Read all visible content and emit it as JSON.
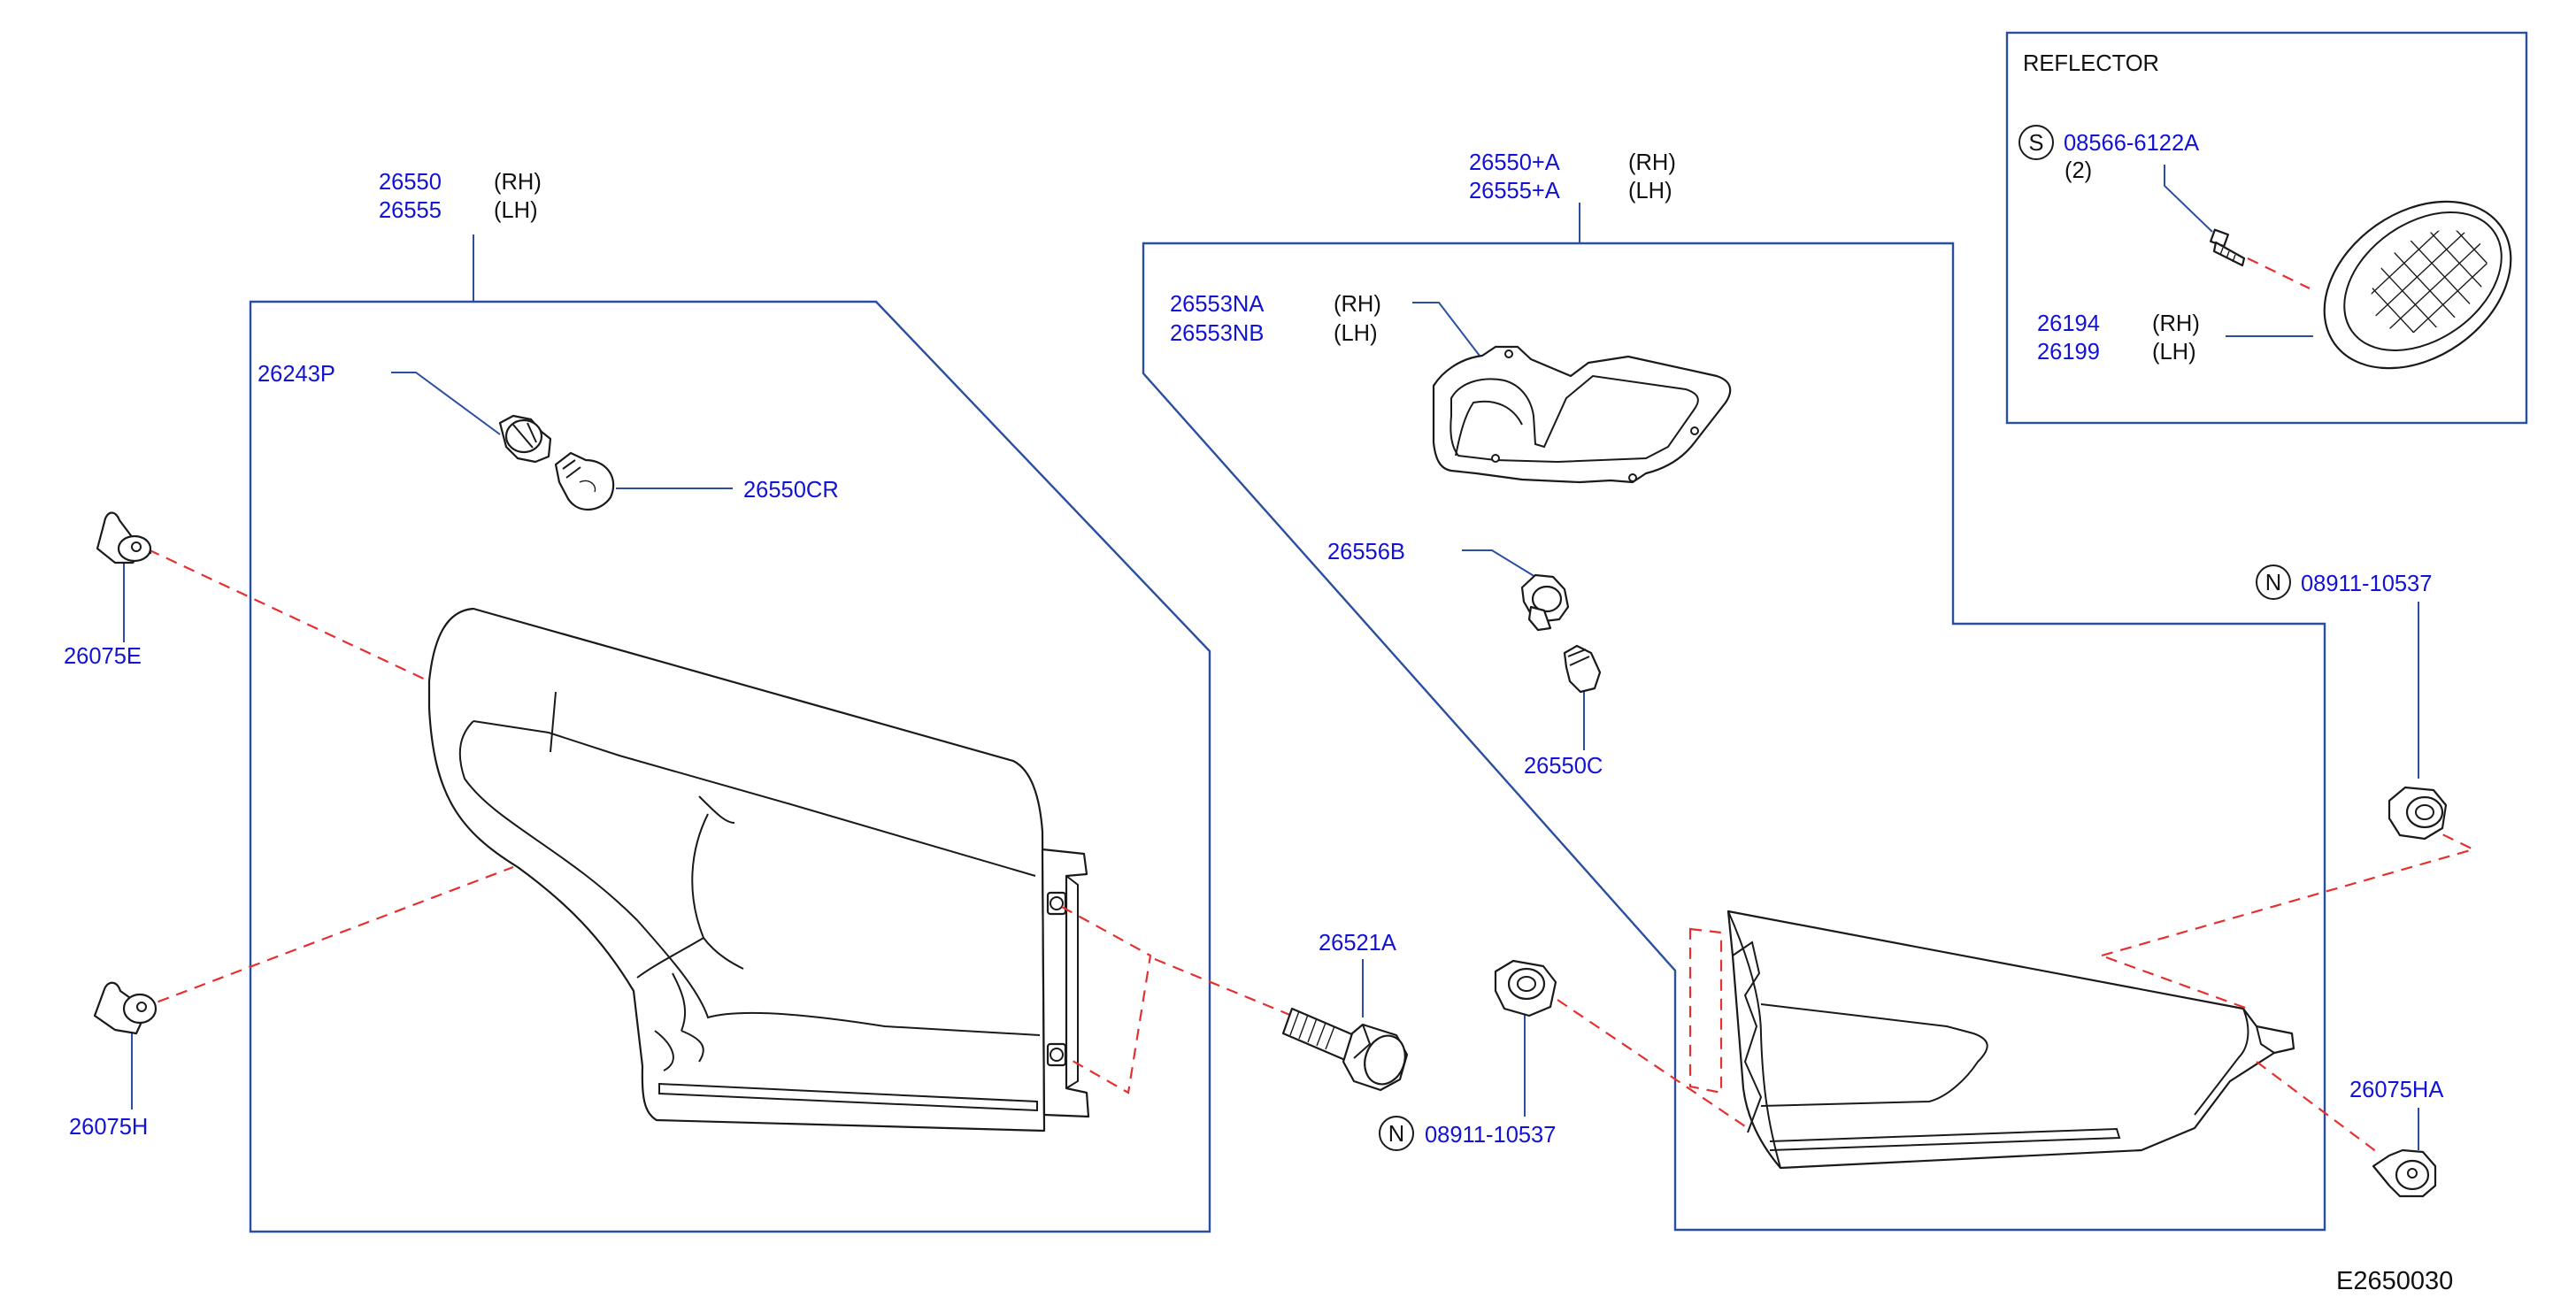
{
  "diagram_id": "E2650030",
  "sections": {
    "left_lamp": {
      "part_number_rh": "26550",
      "part_number_lh": "26555",
      "side_rh": "(RH)",
      "side_lh": "(LH)"
    },
    "right_lamp": {
      "part_number_rh": "26550+A",
      "part_number_lh": "26555+A",
      "side_rh": "(RH)",
      "side_lh": "(LH)"
    },
    "reflector": {
      "title": "REFLECTOR",
      "screw_symbol": "S",
      "screw_part": "08566-6122A",
      "screw_qty": "(2)",
      "part_number_rh": "26194",
      "part_number_lh": "26199",
      "side_rh": "(RH)",
      "side_lh": "(LH)"
    }
  },
  "parts": {
    "socket_left": "26243P",
    "bulb_left": "26550CR",
    "clip_top_left": "26075E",
    "clip_bottom_left": "26075H",
    "bolt": "26521A",
    "nut_symbol": "N",
    "nut_center": "08911-10537",
    "gasket_rh": "26553NA",
    "gasket_lh": "26553NB",
    "gasket_side_rh": "(RH)",
    "gasket_side_lh": "(LH)",
    "socket_right": "26556B",
    "bulb_right": "26550C",
    "nut_right": "08911-10537",
    "clip_right": "26075HA"
  },
  "colors": {
    "part_number_text": "#1212d6",
    "side_text": "#111111",
    "frame_lines": "#2b4fa0",
    "alignment_lines": "#e53030"
  }
}
